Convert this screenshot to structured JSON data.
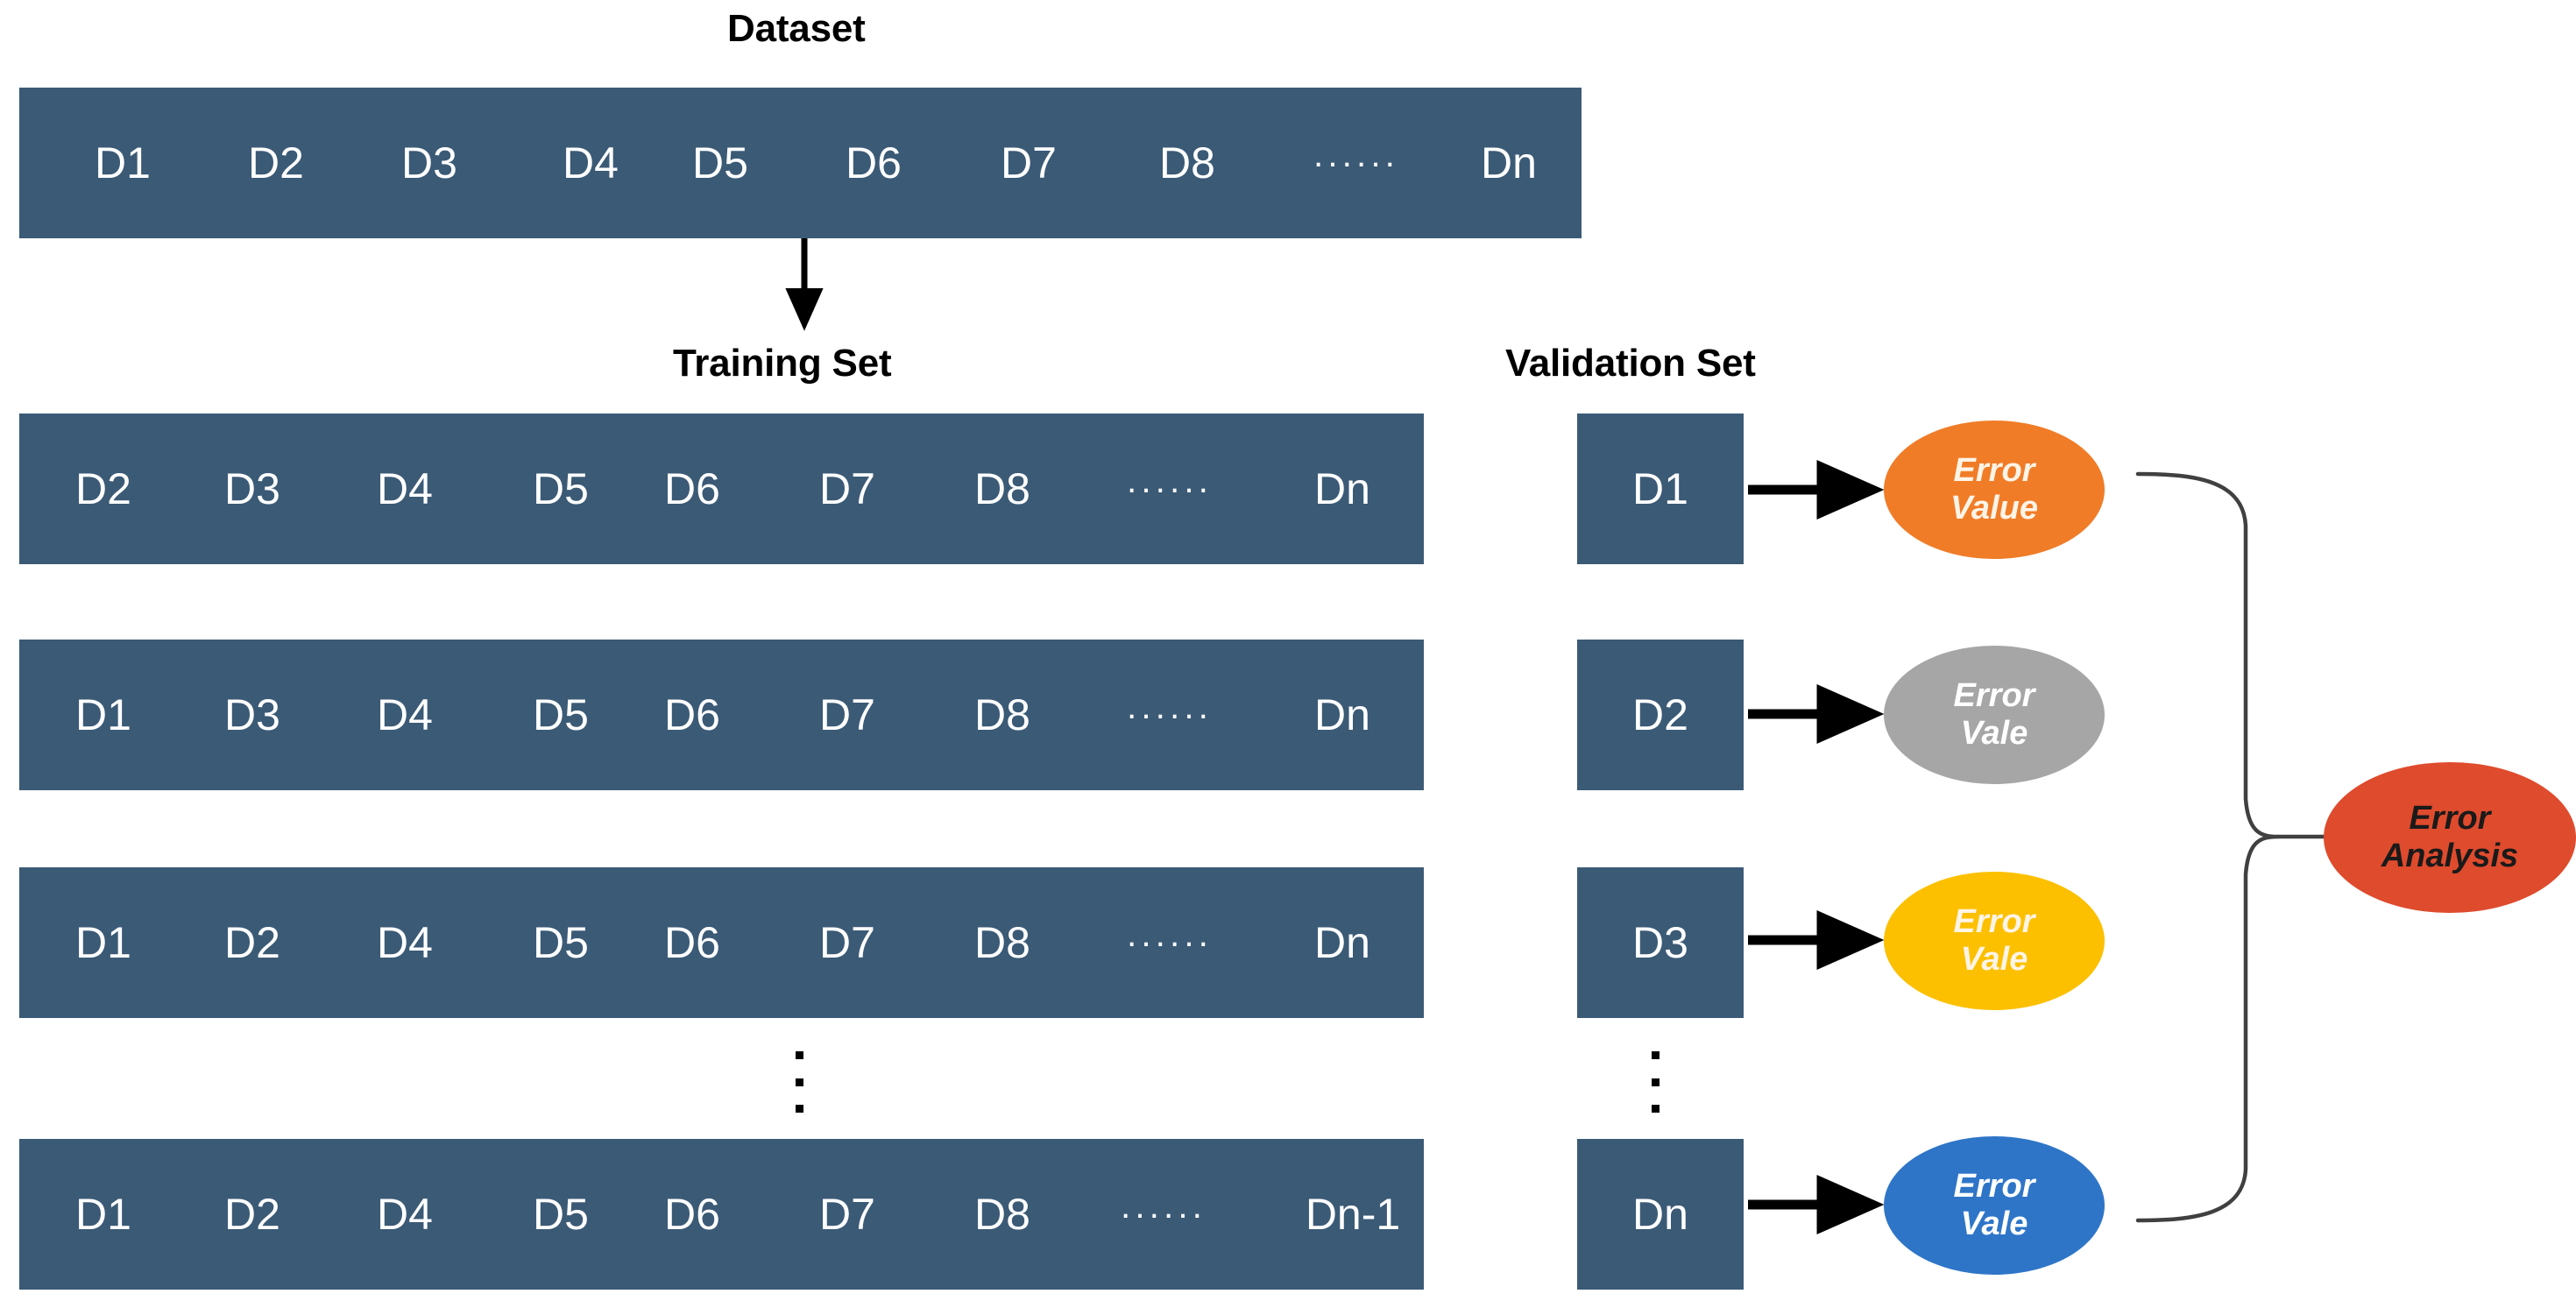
{
  "headings": {
    "dataset": "Dataset",
    "training_set": "Training Set",
    "validation_set": "Validation Set"
  },
  "dataset_bar": {
    "cells": [
      "D1",
      "D2",
      "D3",
      "D4",
      "D5",
      "D6",
      "D7",
      "D8",
      "······",
      "Dn"
    ]
  },
  "training_rows": [
    {
      "cells": [
        "D2",
        "D3",
        "D4",
        "D5",
        "D6",
        "D7",
        "D8",
        "······",
        "Dn"
      ]
    },
    {
      "cells": [
        "D1",
        "D3",
        "D4",
        "D5",
        "D6",
        "D7",
        "D8",
        "······",
        "Dn"
      ]
    },
    {
      "cells": [
        "D1",
        "D2",
        "D4",
        "D5",
        "D6",
        "D7",
        "D8",
        "······",
        "Dn"
      ]
    },
    {
      "cells": [
        "D1",
        "D2",
        "D4",
        "D5",
        "D6",
        "D7",
        "D8",
        "······",
        "Dn-1"
      ]
    }
  ],
  "validation_boxes": [
    {
      "label": "D1"
    },
    {
      "label": "D2"
    },
    {
      "label": "D3"
    },
    {
      "label": "Dn"
    }
  ],
  "error_nodes": [
    {
      "line1": "Error",
      "line2": "Value",
      "color": "#F07C28"
    },
    {
      "line1": "Error",
      "line2": "Vale",
      "color": "#A6A6A6"
    },
    {
      "line1": "Error",
      "line2": "Vale",
      "color": "#FCC000"
    },
    {
      "line1": "Error",
      "line2": "Vale",
      "color": "#2E75C8"
    }
  ],
  "summary_node": {
    "line1": "Error",
    "line2": "Analysis",
    "color": "#DF4B2D"
  },
  "colors": {
    "bar_fill": "#3B5A76",
    "background": "#FFFFFF",
    "arrow": "#000000",
    "bracket": "#404040",
    "heading_text": "#000000",
    "bar_text": "#FFFFFF"
  },
  "ellipsis_marks": {
    "training_column": "⋮",
    "validation_column": "⋮"
  }
}
